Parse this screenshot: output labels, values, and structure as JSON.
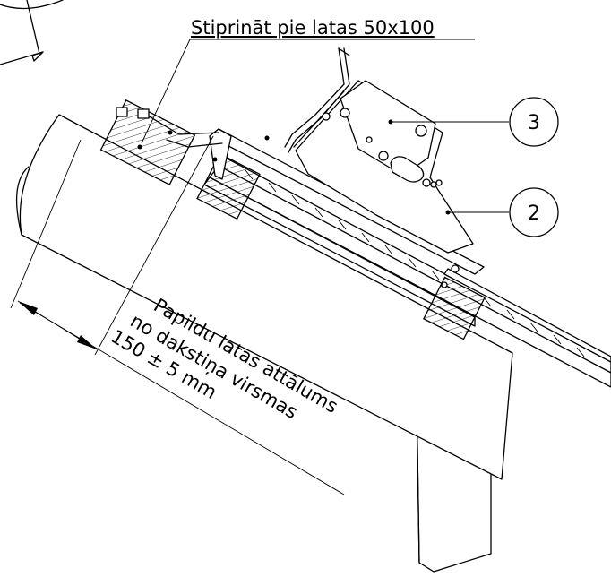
{
  "title": "Stiprināt pie latas 50x100",
  "callouts": [
    {
      "label": "3"
    },
    {
      "label": "2"
    }
  ],
  "dimension_note": {
    "line1": "Papildu latas attālums",
    "line2": "no dakstiņa virsmas",
    "line3": "150 ± 5 mm"
  }
}
